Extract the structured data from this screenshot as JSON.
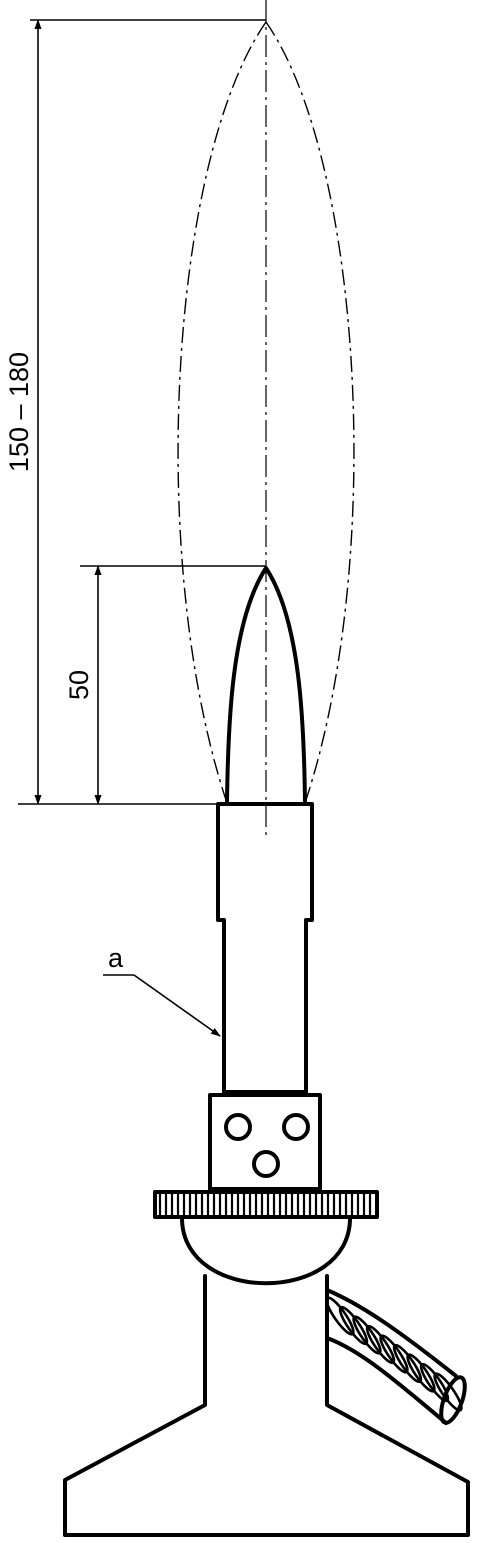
{
  "dimensions": {
    "outer_flame_height": "150 – 180",
    "inner_cone_height": "50"
  },
  "callouts": {
    "a": "a"
  }
}
